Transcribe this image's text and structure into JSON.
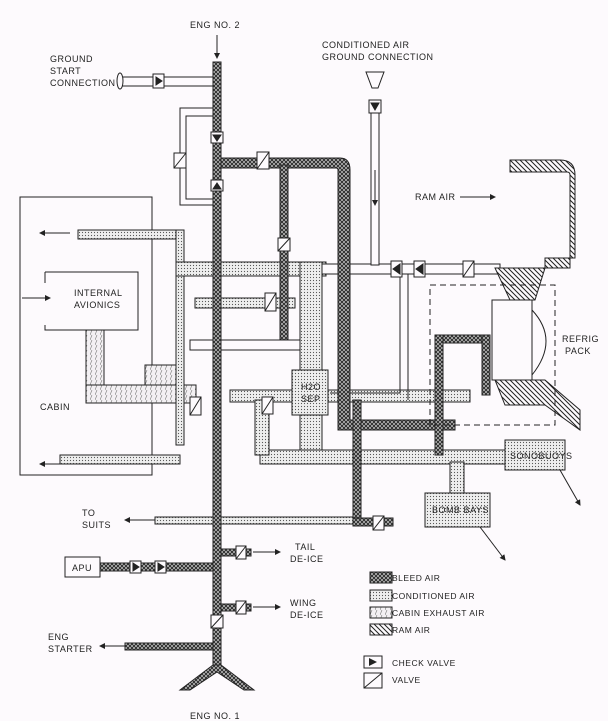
{
  "labels": {
    "eng_no2": "ENG NO. 2",
    "ground_start": [
      "GROUND",
      "START",
      "CONNECTION"
    ],
    "cond_ground": [
      "CONDITIONED AIR",
      "GROUND CONNECTION"
    ],
    "ram_air": "RAM AIR",
    "internal_avionics": [
      "INTERNAL",
      "AVIONICS"
    ],
    "cabin": "CABIN",
    "refrig_pack": [
      "REFRIG",
      "PACK"
    ],
    "h2o_sep": [
      "H2O",
      "SEP"
    ],
    "sonobuoys": "SONOBUOYS",
    "bomb_bays": "BOMB BAYS",
    "to_suits": [
      "TO",
      "SUITS"
    ],
    "apu": "APU",
    "tail_deice": [
      "TAIL",
      "DE-ICE"
    ],
    "wing_deice": [
      "WING",
      "DE-ICE"
    ],
    "eng_starter": [
      "ENG",
      "STARTER"
    ],
    "eng_no1": "ENG NO. 1"
  },
  "legend": {
    "items": [
      {
        "label": "BLEED AIR",
        "pattern": "crosshatch"
      },
      {
        "label": "CONDITIONED AIR",
        "pattern": "dots"
      },
      {
        "label": "CABIN EXHAUST AIR",
        "pattern": "light-slash"
      },
      {
        "label": "RAM AIR",
        "pattern": "diagonal-hatch"
      }
    ],
    "symbols": [
      {
        "label": "CHECK VALVE",
        "icon": "check-valve-icon"
      },
      {
        "label": "VALVE",
        "icon": "valve-icon"
      }
    ]
  },
  "colors": {
    "ink": "#222222",
    "background": "#fdfafd"
  }
}
